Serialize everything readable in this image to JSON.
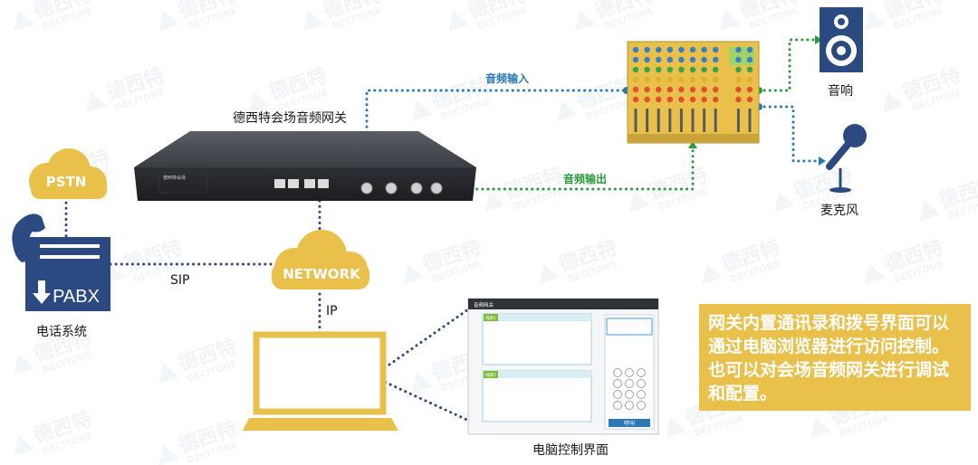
{
  "watermark": {
    "brand_cn": "德西特",
    "brand_en": "DECITONE"
  },
  "gateway": {
    "title": "德西特会场音频网关",
    "front_label": "德西特会场"
  },
  "nodes": {
    "pstn": "PSTN",
    "pabx": "PABX",
    "phone_system": "电话系统",
    "network": "NETWORK",
    "speaker": "音响",
    "microphone": "麦克风",
    "pc_ui": "电脑控制界面"
  },
  "links": {
    "sip": "SIP",
    "ip": "IP",
    "audio_in": "音频输入",
    "audio_out": "音频输出"
  },
  "screen": {
    "app_title": "音频网关",
    "panel1_tag": "线路1",
    "panel2_tag": "线路2",
    "call_button": "呼叫"
  },
  "note": "网关内置通讯录和拨号界面可以通过电脑浏览器进行访问控制。也可以对会场音频网关进行调试和配置。",
  "colors": {
    "gold": "#e8c04a",
    "navy": "#2c4a82",
    "blue": "#2a78b8",
    "green": "#2a9a3c"
  }
}
